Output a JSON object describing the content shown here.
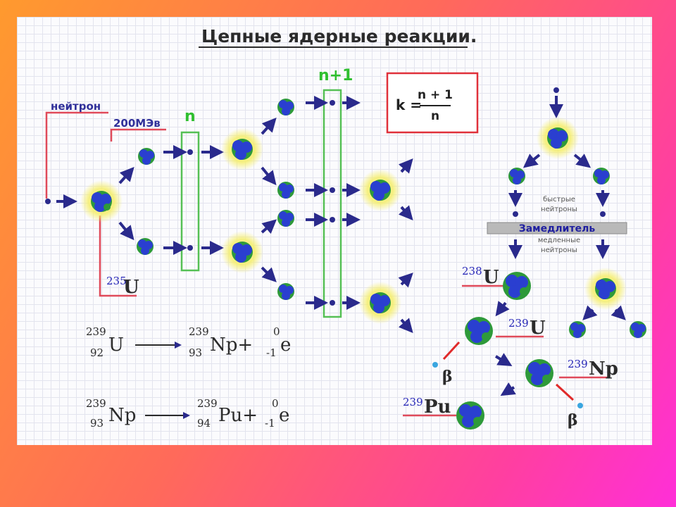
{
  "title": "Цепные ядерные реакции.",
  "labels": {
    "neutron": "нейтрон",
    "energy": "200МЭв",
    "n": "n",
    "n_plus_1": "n+1",
    "u235_mass": "235",
    "u235_symbol": "U"
  },
  "formula": {
    "k": "k =",
    "numerator": "n + 1",
    "denominator": "n"
  },
  "equations": [
    {
      "lhs_mass": "239",
      "lhs_charge": "92",
      "lhs_symbol": "U",
      "p1_mass": "239",
      "p1_charge": "93",
      "p1_symbol": "Np+",
      "p2_mass": "0",
      "p2_charge": "-1",
      "p2_symbol": "e"
    },
    {
      "lhs_mass": "239",
      "lhs_charge": "93",
      "lhs_symbol": "Np",
      "p1_mass": "239",
      "p1_charge": "94",
      "p1_symbol": "Pu+",
      "p2_mass": "0",
      "p2_charge": "-1",
      "p2_symbol": "e"
    }
  ],
  "breeder": {
    "fast_neutrons": [
      "быстрые",
      "нейтроны"
    ],
    "moderator": "Замедлитель",
    "slow_neutrons": [
      "медленные",
      "нейтроны"
    ],
    "u238_mass": "238",
    "u238_symbol": "U",
    "u239_mass": "239",
    "u239_symbol": "U",
    "np239_mass": "239",
    "np239_symbol": "Np",
    "pu239_mass": "239",
    "pu239_symbol": "Pu",
    "beta1": "β",
    "beta2": "β"
  },
  "colors": {
    "neutron": "#2a2a8c",
    "arrow": "#2a2a8c",
    "callout": "#e04a5a",
    "nucleus_blue": "#2a3fd0",
    "nucleus_green": "#2e9a3a",
    "glow": "#f5ef6a",
    "group_box": "#55c055",
    "formula_box": "#e0303a",
    "moderator_bar": "#b9b9b9"
  }
}
